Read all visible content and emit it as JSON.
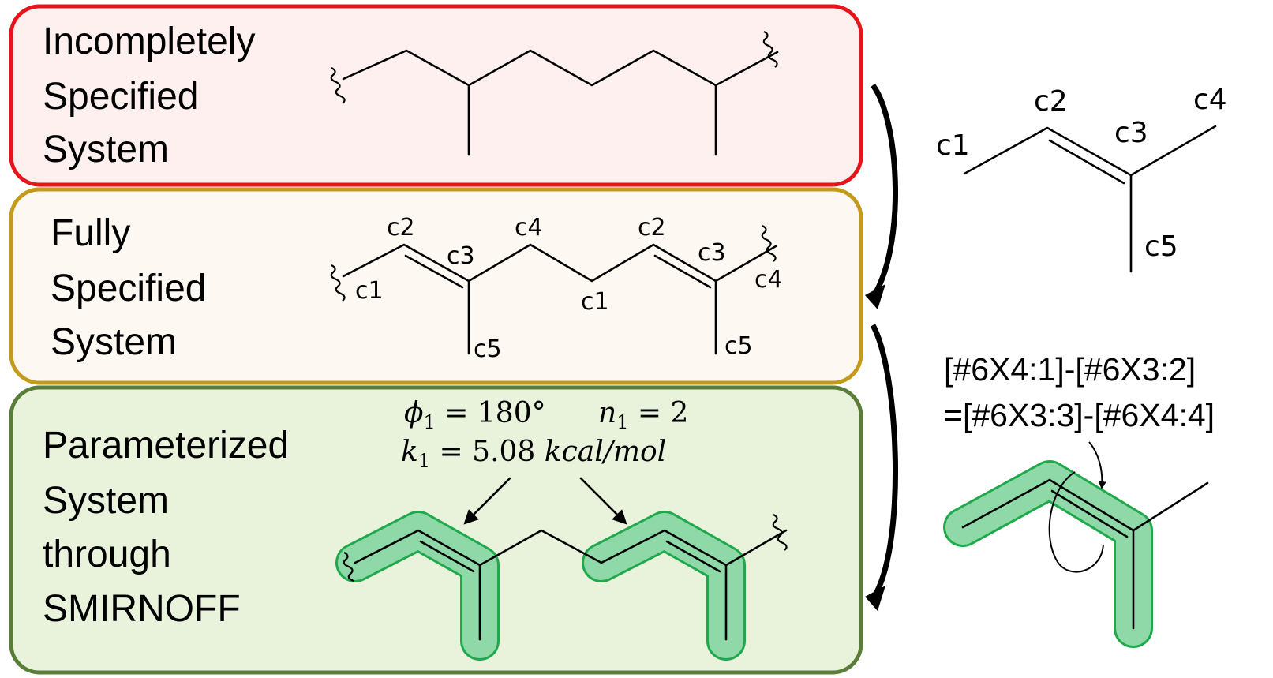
{
  "boxes": {
    "incomplete": {
      "title_lines": [
        "Incompletely",
        "Specified",
        "System"
      ],
      "border_color": "#e8141b",
      "fill_color": "#fdf0ee"
    },
    "fully": {
      "title_lines": [
        "Fully",
        "Specified",
        "System"
      ],
      "border_color": "#c39a1c",
      "fill_color": "#fdf9f2",
      "atom_labels": [
        "c1",
        "c2",
        "c3",
        "c5",
        "c4",
        "c1",
        "c2",
        "c3",
        "c4",
        "c5"
      ]
    },
    "parameterized": {
      "title_lines": [
        "Parameterized",
        "System",
        "through",
        "SMIRNOFF"
      ],
      "border_color": "#5a7d3a",
      "fill_color": "#e9f3dc",
      "params": {
        "phi": {
          "symbol": "ϕ",
          "sub": "1",
          "value": " = 180°"
        },
        "n": {
          "symbol": "n",
          "sub": "1",
          "value": " = 2"
        },
        "k": {
          "symbol": "k",
          "sub": "1",
          "value": " = 5.08 "
        },
        "unit": "kcal/mol"
      }
    }
  },
  "fragment": {
    "atom_labels": [
      "c1",
      "c2",
      "c3",
      "c4",
      "c5"
    ]
  },
  "smirks": {
    "line1": "[#6X4:1]-[#6X3:2]",
    "line2": "=[#6X3:3]-[#6X4:4]"
  },
  "colors": {
    "highlight_stroke": "#20a94c",
    "highlight_fill": "#8fd9a8"
  },
  "icons": [
    "wavy-bond-icon",
    "curved-arrow-icon",
    "rotation-arrow-icon"
  ]
}
